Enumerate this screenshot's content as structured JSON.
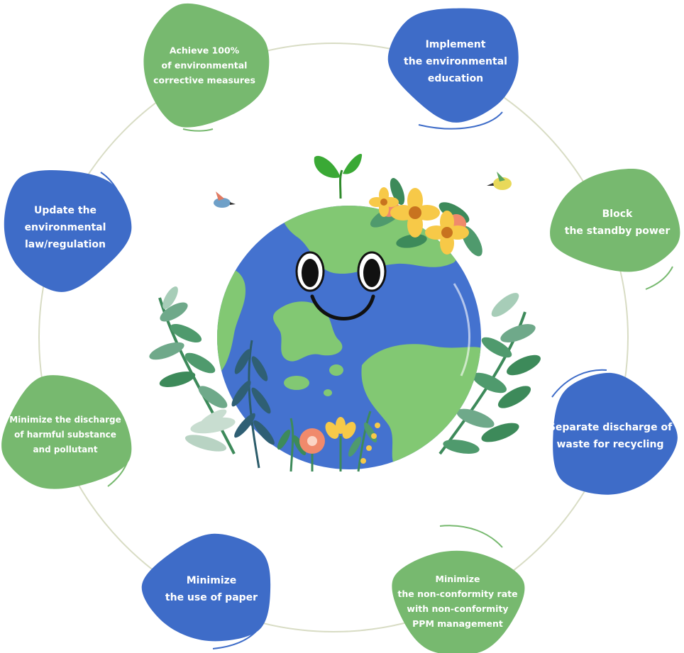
{
  "colors": {
    "ring": "#d8dcc4",
    "green_blob": "#77b96f",
    "blue_blob": "#3e6cc8",
    "ocean": "#4472cf",
    "land": "#82c873",
    "leaf_dark": "#3d8a5a",
    "leaf_light": "#a7cdb8",
    "flower_yellow": "#f7c948",
    "flower_orange": "#f08a6c",
    "sprout": "#3aa935"
  },
  "goals": [
    {
      "color": "green",
      "lines": [
        "Achieve 100%",
        "of environmental",
        "corrective measures"
      ]
    },
    {
      "color": "blue",
      "lines": [
        "Implement",
        "the environmental",
        "education"
      ]
    },
    {
      "color": "green",
      "lines": [
        "Block",
        "the standby power"
      ]
    },
    {
      "color": "blue",
      "lines": [
        "Separate discharge of",
        "waste for recycling"
      ]
    },
    {
      "color": "green",
      "lines": [
        "Minimize",
        "the non-conformity rate",
        "with non-conformity",
        "PPM management"
      ]
    },
    {
      "color": "blue",
      "lines": [
        "Minimize",
        "the use of paper"
      ]
    },
    {
      "color": "green",
      "lines": [
        "Minimize the discharge",
        "of harmful substance",
        "and pollutant"
      ]
    },
    {
      "color": "blue",
      "lines": [
        "Update the",
        "environmental",
        "law/regulation"
      ]
    }
  ],
  "center": {
    "illustration": "smiling-earth-globe",
    "decorations": [
      "sprout-icon",
      "flower-crown-icon",
      "bird-icon",
      "bird-icon",
      "leaf-branch-icon",
      "flower-icon"
    ]
  }
}
